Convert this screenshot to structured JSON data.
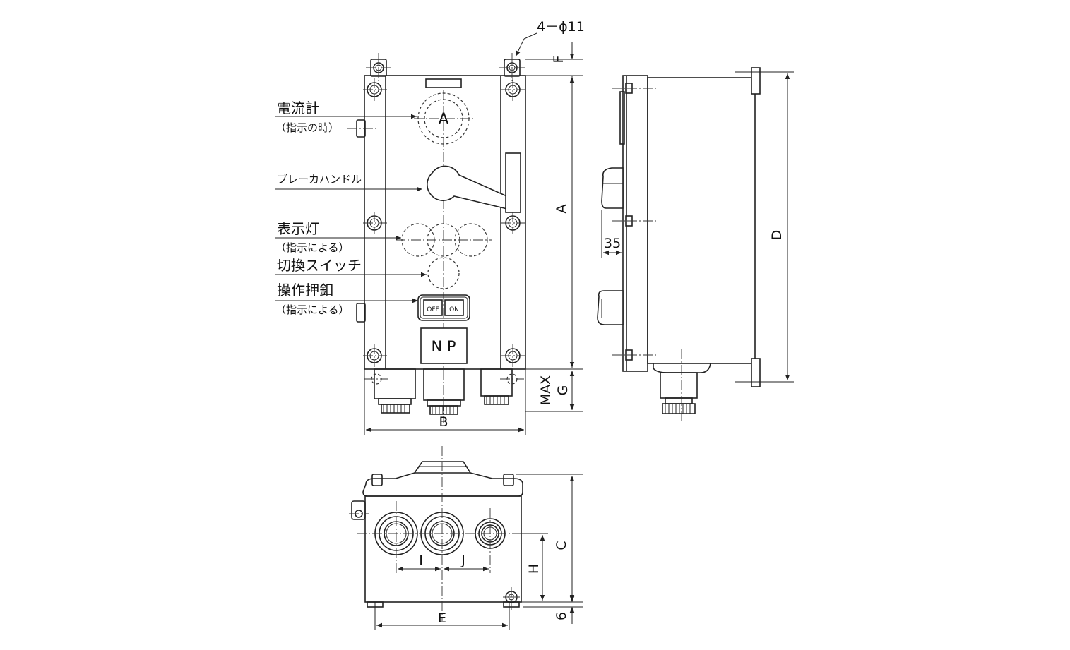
{
  "labels": {
    "hole_spec": "4－ϕ11",
    "ammeter": "電流計",
    "ammeter_note": "（指示の時）",
    "breaker_handle": "ブレーカハンドル",
    "indicator_lamp": "表示灯",
    "indicator_note": "（指示による）",
    "selector_switch": "切換スイッチ",
    "push_button": "操作押釦",
    "push_button_note": "（指示による）",
    "ammeter_symbol": "A",
    "off_label": "OFF",
    "on_label": "ON",
    "nameplate": "N P"
  },
  "dimensions": {
    "A": "A",
    "B": "B",
    "C": "C",
    "D": "D",
    "E": "E",
    "F": "F",
    "G": "G",
    "MAX": "MAX",
    "H": "H",
    "I": "I",
    "J": "J",
    "d35": "35",
    "d6": "6"
  }
}
